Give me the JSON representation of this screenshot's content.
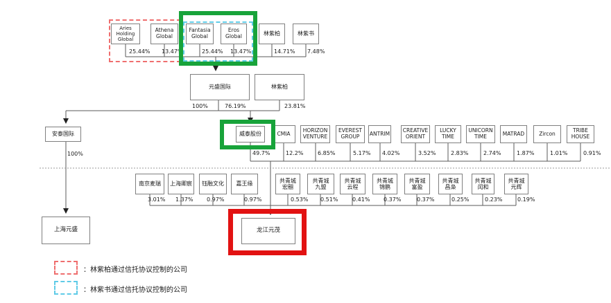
{
  "chart": {
    "row1": [
      {
        "label": "Aries\nHolding\nGlobal",
        "pct": "25.44%"
      },
      {
        "label": "Athena\nGlobal",
        "pct": "13.47%"
      },
      {
        "label": "Fantasia\nGlobal",
        "pct": "25.44%"
      },
      {
        "label": "Eros\nGlobal",
        "pct": "13.47%"
      },
      {
        "label": "林紫柏",
        "pct": "14.71%"
      },
      {
        "label": "林紫书",
        "pct": "7.48%"
      }
    ],
    "row2": {
      "yuansheng": {
        "label": "元盛国际",
        "pct_left": "100%",
        "pct_right": "76.19%"
      },
      "linzibai": {
        "label": "林紫柏",
        "pct": "23.81%"
      }
    },
    "row3": [
      {
        "label": "安泰国际",
        "pct": "100%"
      },
      {
        "label": "威泰股份",
        "pct": "49.7%"
      },
      {
        "label": "CMIA",
        "pct": "12.2%"
      },
      {
        "label": "HORIZON\nVENTURE",
        "pct": "6.85%"
      },
      {
        "label": "EVEREST\nGROUP",
        "pct": "5.17%"
      },
      {
        "label": "ANTRIM",
        "pct": "4.02%"
      },
      {
        "label": "CREATIVE\nORIENT",
        "pct": "3.52%"
      },
      {
        "label": "LUCKY\nTIME",
        "pct": "2.83%"
      },
      {
        "label": "UNICORN\nTIME",
        "pct": "2.74%"
      },
      {
        "label": "MATRAD",
        "pct": "1.87%"
      },
      {
        "label": "Zircon",
        "pct": "1.01%"
      },
      {
        "label": "TRIBE\nHOUSE",
        "pct": "0.91%"
      }
    ],
    "row4": [
      {
        "label": "南京麦瑞",
        "pct": "3.01%"
      },
      {
        "label": "上海卿宸",
        "pct": "1.37%"
      },
      {
        "label": "钰融文化",
        "pct": "0.97%"
      },
      {
        "label": "嘉王缘",
        "pct": "0.97%"
      },
      {
        "label": "共青城\n宏翮",
        "pct": "0.53%"
      },
      {
        "label": "共青城\n九盟",
        "pct": "0.51%"
      },
      {
        "label": "共青城\n云程",
        "pct": "0.41%"
      },
      {
        "label": "共青城\n锦鹏",
        "pct": "0.37%"
      },
      {
        "label": "共青城\n富盈",
        "pct": "0.37%"
      },
      {
        "label": "共青城\n昌枭",
        "pct": "0.25%"
      },
      {
        "label": "共青城\n闰和",
        "pct": "0.23%"
      },
      {
        "label": "共青城\n元辉",
        "pct": "0.19%"
      }
    ],
    "bottom": {
      "shanghai": {
        "label": "上海元盛"
      },
      "longjiang": {
        "label": "龙江元茂"
      }
    },
    "legend": [
      {
        "label": "：林紫柏通过信托协议控制的公司"
      },
      {
        "label": "：林紫书通过信托协议控制的公司"
      }
    ],
    "colors": {
      "trust_linzibai_red": "#ef6e6e",
      "trust_linzishu_blue": "#5fcbe7",
      "annotation_green": "#18a33a",
      "annotation_red": "#e21212"
    }
  }
}
